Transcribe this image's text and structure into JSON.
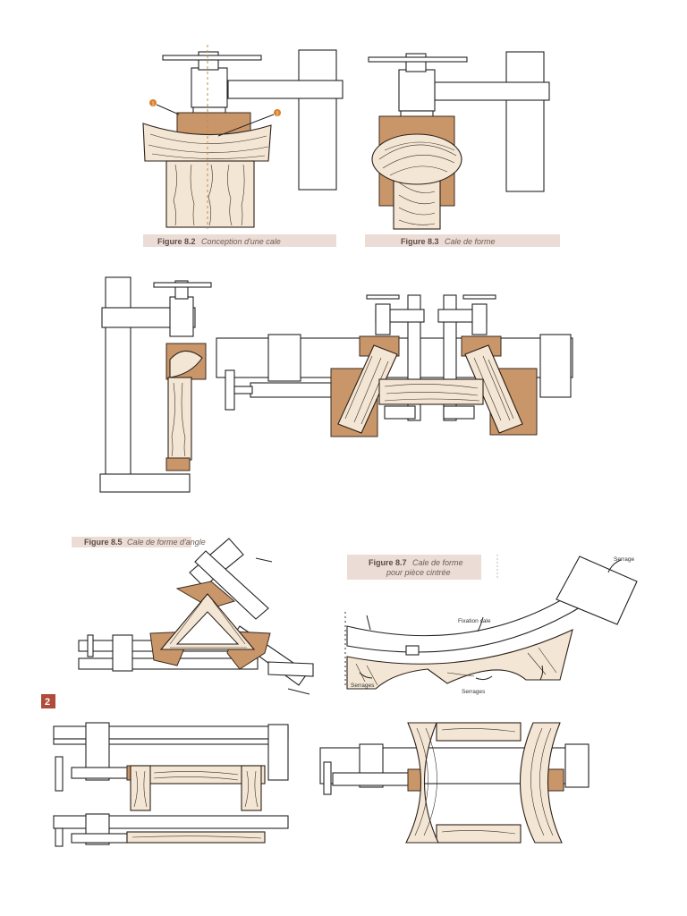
{
  "figures": {
    "fig82": {
      "number": "Figure 8.2",
      "title": "Conception d'une cale"
    },
    "fig83": {
      "number": "Figure 8.3",
      "title": "Cale de forme"
    },
    "fig85": {
      "number": "Figure 8.5",
      "title": "Cale de forme d'angle"
    },
    "fig87": {
      "number": "Figure 8.7",
      "title_line1": "Cale de forme",
      "title_line2": "pour pièce cintrée"
    }
  },
  "callouts": {
    "a": "1",
    "b": "2"
  },
  "labels": {
    "serrage_top": "Serrage",
    "fixation_cale": "Fixation cale",
    "serrages_left": "Serrages",
    "serrages_mid": "Serrages"
  },
  "page_marker": "2",
  "colors": {
    "clay": "#c9966a",
    "wood": "#f3e6d4",
    "caption_band": "#ecdcd6",
    "marker": "#b04a3a"
  }
}
